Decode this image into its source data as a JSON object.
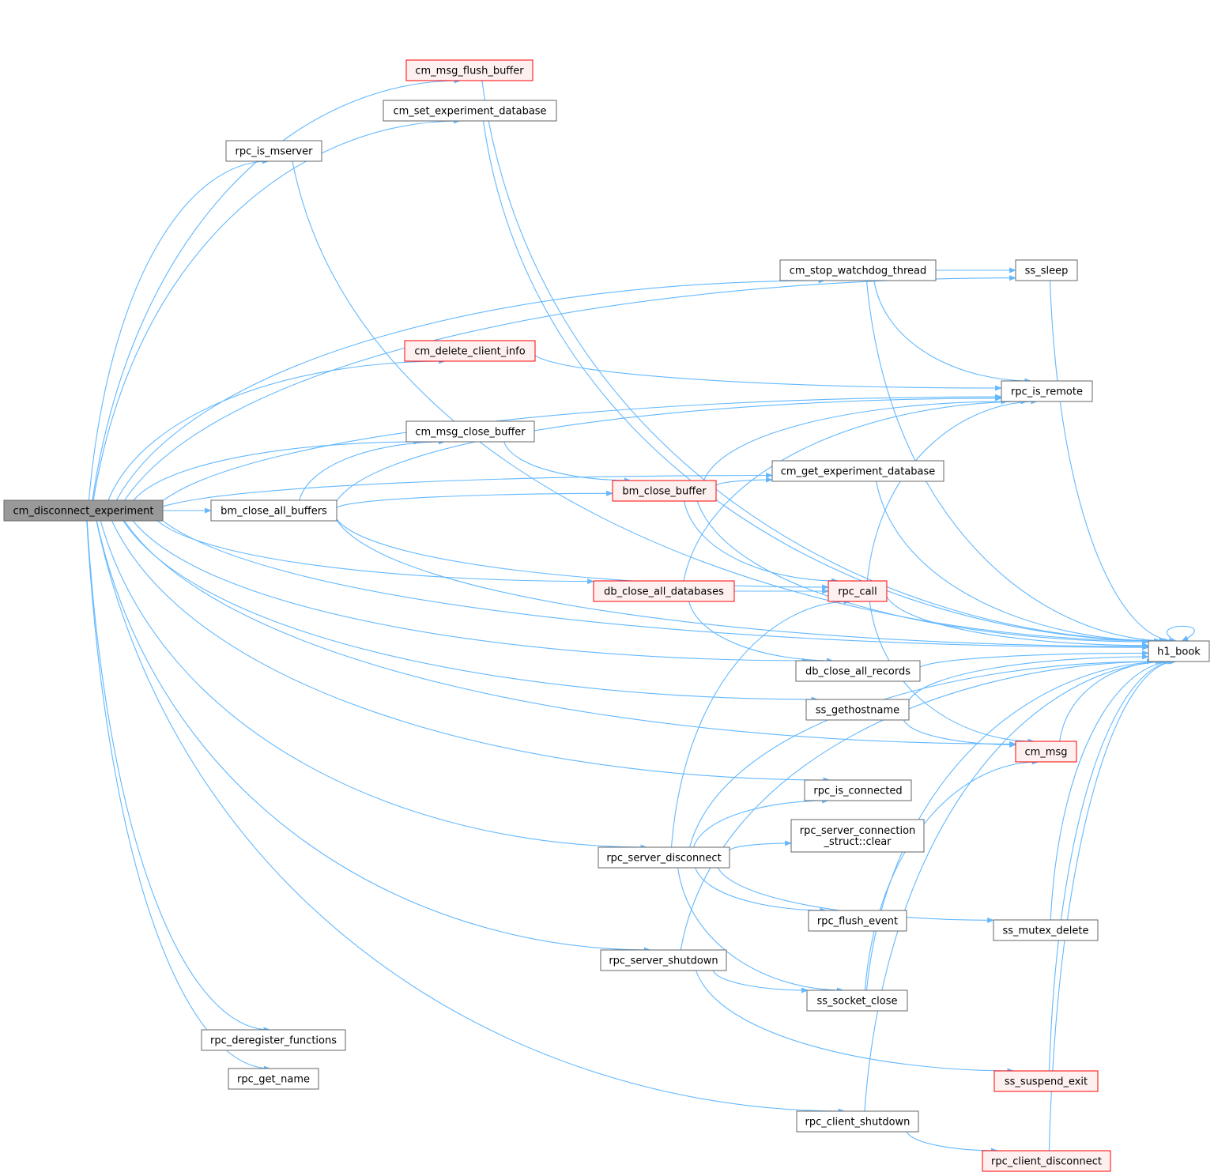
{
  "colors": {
    "edge": "#63b8ff",
    "root_fill": "#999999",
    "root_stroke": "#666666",
    "node_fill": "#ffffff",
    "node_stroke": "#666666",
    "warning_fill": "#fff0f0",
    "warning_stroke": "#ff0000"
  },
  "nodes": [
    {
      "id": "cm_disconnect_experiment",
      "label": "cm_disconnect_experiment",
      "style": "root"
    },
    {
      "id": "cm_msg_flush_buffer",
      "label": "cm_msg_flush_buffer",
      "style": "warning"
    },
    {
      "id": "cm_set_experiment_database",
      "label": "cm_set_experiment_database",
      "style": "normal"
    },
    {
      "id": "rpc_is_mserver",
      "label": "rpc_is_mserver",
      "style": "normal"
    },
    {
      "id": "cm_stop_watchdog_thread",
      "label": "cm_stop_watchdog_thread",
      "style": "normal"
    },
    {
      "id": "ss_sleep",
      "label": "ss_sleep",
      "style": "normal"
    },
    {
      "id": "cm_delete_client_info",
      "label": "cm_delete_client_info",
      "style": "warning"
    },
    {
      "id": "rpc_is_remote",
      "label": "rpc_is_remote",
      "style": "normal"
    },
    {
      "id": "cm_msg_close_buffer",
      "label": "cm_msg_close_buffer",
      "style": "normal"
    },
    {
      "id": "cm_get_experiment_database",
      "label": "cm_get_experiment_database",
      "style": "normal"
    },
    {
      "id": "bm_close_buffer",
      "label": "bm_close_buffer",
      "style": "warning"
    },
    {
      "id": "bm_close_all_buffers",
      "label": "bm_close_all_buffers",
      "style": "normal"
    },
    {
      "id": "db_close_all_databases",
      "label": "db_close_all_databases",
      "style": "warning"
    },
    {
      "id": "rpc_call",
      "label": "rpc_call",
      "style": "warning"
    },
    {
      "id": "h1_book",
      "label": "h1_book",
      "style": "normal"
    },
    {
      "id": "db_close_all_records",
      "label": "db_close_all_records",
      "style": "normal"
    },
    {
      "id": "ss_gethostname",
      "label": "ss_gethostname",
      "style": "normal"
    },
    {
      "id": "cm_msg",
      "label": "cm_msg",
      "style": "warning"
    },
    {
      "id": "rpc_is_connected",
      "label": "rpc_is_connected",
      "style": "normal"
    },
    {
      "id": "rpc_server_connection_clear",
      "label": "rpc_server_connection\n_struct::clear",
      "style": "normal"
    },
    {
      "id": "rpc_server_disconnect",
      "label": "rpc_server_disconnect",
      "style": "normal"
    },
    {
      "id": "rpc_flush_event",
      "label": "rpc_flush_event",
      "style": "normal"
    },
    {
      "id": "ss_mutex_delete",
      "label": "ss_mutex_delete",
      "style": "normal"
    },
    {
      "id": "rpc_server_shutdown",
      "label": "rpc_server_shutdown",
      "style": "normal"
    },
    {
      "id": "ss_socket_close",
      "label": "ss_socket_close",
      "style": "normal"
    },
    {
      "id": "rpc_deregister_functions",
      "label": "rpc_deregister_functions",
      "style": "normal"
    },
    {
      "id": "ss_suspend_exit",
      "label": "ss_suspend_exit",
      "style": "warning"
    },
    {
      "id": "rpc_get_name",
      "label": "rpc_get_name",
      "style": "normal"
    },
    {
      "id": "rpc_client_shutdown",
      "label": "rpc_client_shutdown",
      "style": "normal"
    },
    {
      "id": "rpc_client_disconnect",
      "label": "rpc_client_disconnect",
      "style": "warning"
    }
  ],
  "edges": [
    [
      "cm_disconnect_experiment",
      "cm_msg_flush_buffer"
    ],
    [
      "cm_disconnect_experiment",
      "cm_set_experiment_database"
    ],
    [
      "cm_disconnect_experiment",
      "rpc_is_mserver"
    ],
    [
      "cm_disconnect_experiment",
      "h1_book"
    ],
    [
      "cm_disconnect_experiment",
      "ss_sleep"
    ],
    [
      "cm_disconnect_experiment",
      "cm_stop_watchdog_thread"
    ],
    [
      "cm_disconnect_experiment",
      "rpc_is_remote"
    ],
    [
      "cm_disconnect_experiment",
      "cm_delete_client_info"
    ],
    [
      "cm_disconnect_experiment",
      "cm_get_experiment_database"
    ],
    [
      "cm_disconnect_experiment",
      "cm_msg_close_buffer"
    ],
    [
      "cm_disconnect_experiment",
      "bm_close_all_buffers"
    ],
    [
      "cm_disconnect_experiment",
      "db_close_all_databases"
    ],
    [
      "cm_disconnect_experiment",
      "db_close_all_records"
    ],
    [
      "cm_disconnect_experiment",
      "ss_gethostname"
    ],
    [
      "cm_disconnect_experiment",
      "cm_msg"
    ],
    [
      "cm_disconnect_experiment",
      "rpc_is_connected"
    ],
    [
      "cm_disconnect_experiment",
      "rpc_server_disconnect"
    ],
    [
      "cm_disconnect_experiment",
      "rpc_server_shutdown"
    ],
    [
      "cm_disconnect_experiment",
      "rpc_client_shutdown"
    ],
    [
      "cm_disconnect_experiment",
      "rpc_deregister_functions"
    ],
    [
      "cm_disconnect_experiment",
      "rpc_get_name"
    ],
    [
      "cm_msg_flush_buffer",
      "h1_book"
    ],
    [
      "cm_set_experiment_database",
      "h1_book"
    ],
    [
      "rpc_is_mserver",
      "h1_book"
    ],
    [
      "cm_stop_watchdog_thread",
      "ss_sleep"
    ],
    [
      "cm_stop_watchdog_thread",
      "rpc_is_remote"
    ],
    [
      "cm_stop_watchdog_thread",
      "h1_book"
    ],
    [
      "ss_sleep",
      "h1_book"
    ],
    [
      "cm_delete_client_info",
      "rpc_is_remote"
    ],
    [
      "cm_msg_close_buffer",
      "bm_close_buffer"
    ],
    [
      "bm_close_all_buffers",
      "cm_msg_close_buffer"
    ],
    [
      "bm_close_all_buffers",
      "rpc_is_remote"
    ],
    [
      "bm_close_all_buffers",
      "bm_close_buffer"
    ],
    [
      "bm_close_all_buffers",
      "rpc_call"
    ],
    [
      "bm_close_all_buffers",
      "h1_book"
    ],
    [
      "bm_close_buffer",
      "rpc_is_remote"
    ],
    [
      "bm_close_buffer",
      "cm_get_experiment_database"
    ],
    [
      "bm_close_buffer",
      "rpc_call"
    ],
    [
      "bm_close_buffer",
      "h1_book"
    ],
    [
      "cm_get_experiment_database",
      "h1_book"
    ],
    [
      "db_close_all_databases",
      "rpc_is_remote"
    ],
    [
      "db_close_all_databases",
      "rpc_call"
    ],
    [
      "db_close_all_databases",
      "db_close_all_records"
    ],
    [
      "rpc_call",
      "rpc_is_remote"
    ],
    [
      "rpc_call",
      "h1_book"
    ],
    [
      "rpc_call",
      "cm_msg"
    ],
    [
      "db_close_all_records",
      "h1_book"
    ],
    [
      "ss_gethostname",
      "h1_book"
    ],
    [
      "ss_gethostname",
      "cm_msg"
    ],
    [
      "cm_msg",
      "h1_book"
    ],
    [
      "rpc_server_disconnect",
      "rpc_call"
    ],
    [
      "rpc_server_disconnect",
      "rpc_is_connected"
    ],
    [
      "rpc_server_disconnect",
      "rpc_server_connection_clear"
    ],
    [
      "rpc_server_disconnect",
      "h1_book"
    ],
    [
      "rpc_server_disconnect",
      "rpc_flush_event"
    ],
    [
      "rpc_server_disconnect",
      "ss_mutex_delete"
    ],
    [
      "rpc_server_disconnect",
      "ss_socket_close"
    ],
    [
      "ss_mutex_delete",
      "h1_book"
    ],
    [
      "rpc_server_shutdown",
      "ss_socket_close"
    ],
    [
      "rpc_server_shutdown",
      "h1_book"
    ],
    [
      "rpc_server_shutdown",
      "ss_suspend_exit"
    ],
    [
      "ss_socket_close",
      "cm_msg"
    ],
    [
      "ss_socket_close",
      "h1_book"
    ],
    [
      "ss_suspend_exit",
      "h1_book"
    ],
    [
      "rpc_client_shutdown",
      "h1_book"
    ],
    [
      "rpc_client_shutdown",
      "rpc_client_disconnect"
    ],
    [
      "rpc_client_disconnect",
      "h1_book"
    ],
    [
      "h1_book",
      "h1_book"
    ]
  ]
}
